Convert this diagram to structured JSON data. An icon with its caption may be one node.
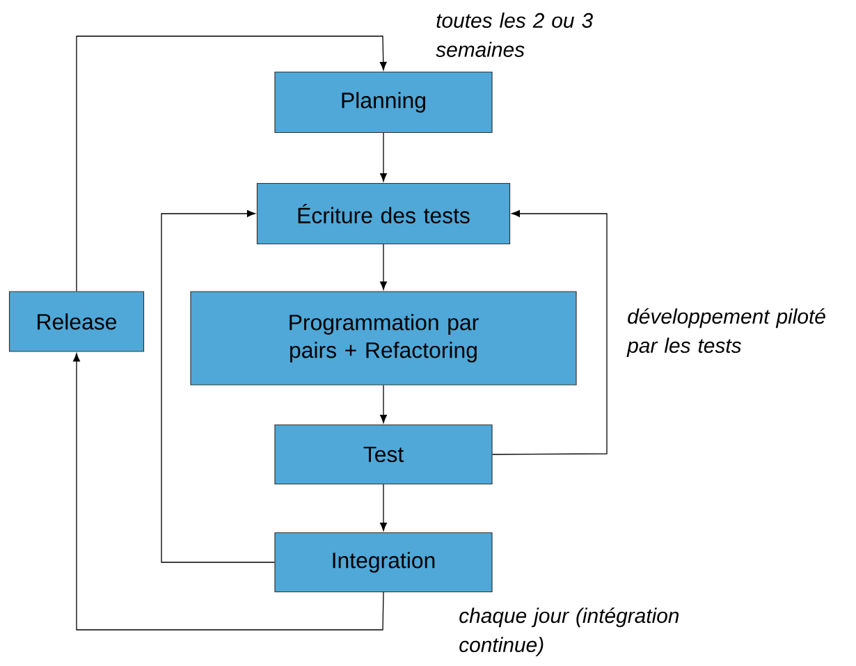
{
  "diagram": {
    "nodes": [
      {
        "text": [
          "Planning"
        ]
      },
      {
        "text": [
          "Écriture des tests"
        ]
      },
      {
        "text": [
          "Programmation par pairs + Refactoring"
        ]
      },
      {
        "text": [
          "Test"
        ]
      },
      {
        "text": [
          "Integration"
        ]
      },
      {
        "text": [
          "Release"
        ]
      }
    ],
    "edges": [
      {
        "from": 0,
        "to": 1,
        "arrow": "to"
      },
      {
        "from": 1,
        "to": 2,
        "arrow": "to"
      },
      {
        "from": 2,
        "to": 3,
        "arrow": "to"
      },
      {
        "from": 3,
        "to": 4,
        "arrow": "to"
      },
      {
        "from": 3,
        "to": 1,
        "arrow": "to",
        "label": "développement piloté par les tests"
      },
      {
        "from": 4,
        "to": 1,
        "arrow": "to"
      },
      {
        "from": 4,
        "to": 5,
        "arrow": "to",
        "label": "chaque jour (intégration continue)"
      },
      {
        "from": 5,
        "to": 0,
        "arrow": "to",
        "label": "toutes les 2 ou 3 semaines"
      }
    ]
  }
}
